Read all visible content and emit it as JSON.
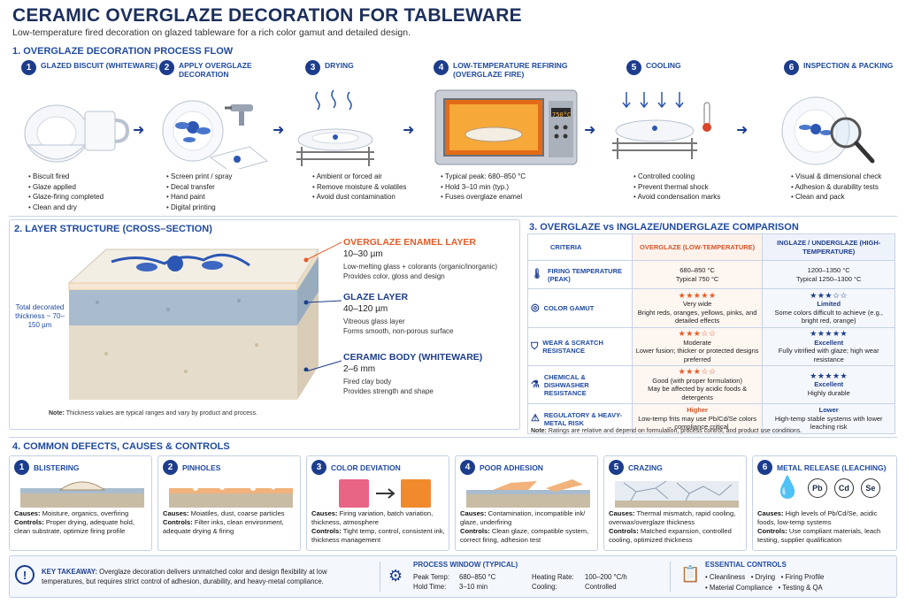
{
  "title": "CERAMIC OVERGLAZE DECORATION FOR TABLEWARE",
  "subtitle": "Low-temperature fired decoration on glazed tableware for a rich color gamut and detailed design.",
  "s1": {
    "title": "1. OVERGLAZE DECORATION PROCESS FLOW",
    "steps": [
      {
        "n": "1",
        "label": "GLAZED BISCUIT (WHITEWARE)",
        "items": [
          "Biscuit fired",
          "Glaze applied",
          "Glaze-firing completed",
          "Clean and dry"
        ]
      },
      {
        "n": "2",
        "label": "APPLY OVERGLAZE DECORATION",
        "items": [
          "Screen print / spray",
          "Decal transfer",
          "Hand paint",
          "Digital printing"
        ]
      },
      {
        "n": "3",
        "label": "DRYING",
        "items": [
          "Ambient or forced air",
          "Remove moisture & volatiles",
          "Avoid dust contamination"
        ]
      },
      {
        "n": "4",
        "label": "LOW-TEMPERATURE REFIRING (OVERGLAZE FIRE)",
        "items": [
          "Typical peak: 680–850 °C",
          "Hold 3–10 min (typ.)",
          "Fuses overglaze enamel"
        ],
        "kiln": "750°C"
      },
      {
        "n": "5",
        "label": "COOLING",
        "items": [
          "Controlled cooling",
          "Prevent thermal shock",
          "Avoid condensation marks"
        ]
      },
      {
        "n": "6",
        "label": "INSPECTION & PACKING",
        "items": [
          "Visual & dimensional check",
          "Adhesion & durability tests",
          "Clean and pack"
        ]
      }
    ]
  },
  "s2": {
    "title": "2. LAYER STRUCTURE (CROSS–SECTION)",
    "total": "Total decorated thickness ~ 70–150 µm",
    "layers": [
      {
        "h": "OVERGLAZE ENAMEL LAYER",
        "v": "10–30 µm",
        "d1": "Low-melting glass + colorants (organic/inorganic)",
        "d2": "Provides color, gloss and design"
      },
      {
        "h": "GLAZE LAYER",
        "v": "40–120 µm",
        "d1": "Vitreous glass layer",
        "d2": "Forms smooth, non-porous surface"
      },
      {
        "h": "CERAMIC BODY (WHITEWARE)",
        "v": "2–6 mm",
        "d1": "Fired clay body",
        "d2": "Provides strength and shape"
      }
    ],
    "note_b": "Note:",
    "note": "Thickness values are typical ranges and vary by product and process."
  },
  "s3": {
    "title": "3. OVERGLAZE vs INGLAZE/UNDERGLAZE COMPARISON",
    "h_crit": "CRITERIA",
    "h_over": "OVERGLAZE (LOW-TEMPERATURE)",
    "h_in": "INGLAZE / UNDERGLAZE (HIGH-TEMPERATURE)",
    "rows": [
      {
        "c": "FIRING TEMPERATURE (PEAK)",
        "o1": "680–850 °C",
        "o2": "Typical 750 °C",
        "i1": "1200–1350 °C",
        "i2": "Typical 1250–1300 °C"
      },
      {
        "c": "COLOR GAMUT",
        "os": "★★★★★",
        "o1": "Very wide",
        "o2": "Bright reds, oranges, yellows, pinks, and detailed effects",
        "is": "★★★☆☆",
        "i1": "Limited",
        "i2": "Some colors difficult to achieve (e.g., bright red, orange)"
      },
      {
        "c": "WEAR & SCRATCH RESISTANCE",
        "os": "★★★☆☆",
        "o1": "Moderate",
        "o2": "Lower fusion; thicker or protected designs preferred",
        "is": "★★★★★",
        "i1": "Excellent",
        "i2": "Fully vitrified with glaze; high wear resistance"
      },
      {
        "c": "CHEMICAL & DISHWASHER RESISTANCE",
        "os": "★★★☆☆",
        "o1": "Good (with proper formulation)",
        "o2": "May be affected by acidic foods & detergents",
        "is": "★★★★★",
        "i1": "Excellent",
        "i2": "Highly durable"
      },
      {
        "c": "REGULATORY & HEAVY-METAL RISK",
        "o1": "Higher",
        "o2": "Low-temp frits may use Pb/Cd/Se colors → compliance critical",
        "i1": "Lower",
        "i2": "High-temp stable systems with lower leaching risk"
      }
    ],
    "note_b": "Note:",
    "note": "Ratings are relative and depend on formulation, process control, and product use conditions."
  },
  "s4": {
    "title": "4. COMMON DEFECTS, CAUSES & CONTROLS",
    "cards": [
      {
        "n": "1",
        "label": "BLISTERING",
        "causes": "Moisture, organics, overfiring",
        "controls": "Proper drying, adequate hold, clean substrate, optimize firing profile"
      },
      {
        "n": "2",
        "label": "PINHOLES",
        "causes": "Moiatiles, dust, coarse particles",
        "controls": "Filter inks, clean environment, adequate drying & firing"
      },
      {
        "n": "3",
        "label": "COLOR DEVIATION",
        "causes": "Firing variation, batch variation, thickness, atmosphere",
        "controls": "Tight temp, control, consistent ink, thickness management"
      },
      {
        "n": "4",
        "label": "POOR ADHESION",
        "causes": "Contamination, incompatible ink/ glaze, underfiring",
        "controls": "Clean glaze, compatible system, correct firing, adhesion test"
      },
      {
        "n": "5",
        "label": "CRAZING",
        "causes": "Thermal mismatch, rapid cooling, overwax/overglaze thickness",
        "controls": "Matched expansion, controlled cooling, optimized thickness"
      },
      {
        "n": "6",
        "label": "METAL RELEASE (LEACHING)",
        "causes": "High levels of Pb/Cd/Se, acidic foods, low-temp systems",
        "controls": "Use compliant materials, leach testing, supplier qualification",
        "metals": [
          "Pb",
          "Cd",
          "Se"
        ]
      }
    ],
    "causes_label": "Causes:",
    "controls_label": "Controls:"
  },
  "footer": {
    "kt_label": "KEY TAKEAWAY:",
    "kt": "Overglaze decoration delivers unmatched color and design flexibility at low temperatures, but requires strict control of adhesion, durability, and heavy-metal compliance.",
    "pw_title": "PROCESS WINDOW (TYPICAL)",
    "pw": [
      [
        "Peak Temp:",
        "680–850 °C",
        "Heating Rate:",
        "100–200 °C/h"
      ],
      [
        "Hold Time:",
        "3–10 min",
        "Cooling:",
        "Controlled"
      ]
    ],
    "ec_title": "ESSENTIAL CONTROLS",
    "ec1": "• Cleanliness   • Drying   • Firing Profile",
    "ec2": "• Material Compliance   • Testing & QA"
  },
  "colors": {
    "navy": "#1d3d8c",
    "orange": "#e45b26",
    "glaze": "#a9bccd",
    "body": "#e6dccb"
  }
}
